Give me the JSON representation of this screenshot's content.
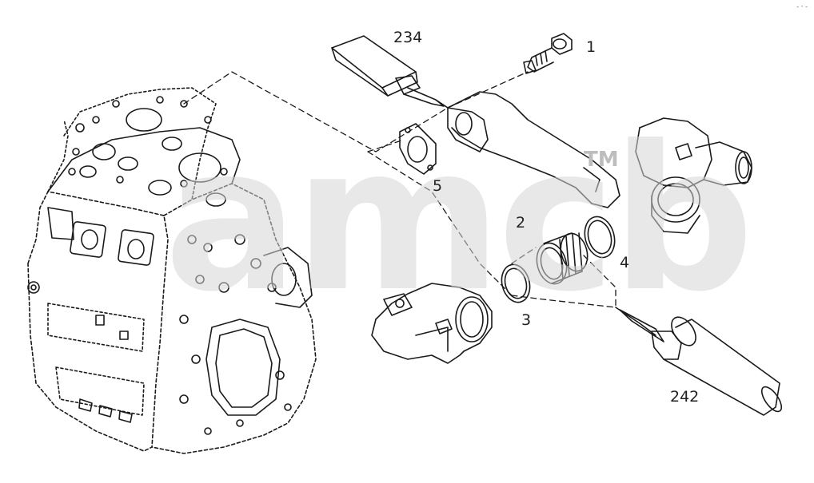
{
  "watermark": {
    "text": "amcb",
    "trademark": "TM"
  },
  "corner_mark": "-·-",
  "callouts": {
    "c234": "234",
    "c1": "1",
    "c5": "5",
    "c2": "2",
    "c4": "4",
    "c3": "3",
    "c242": "242"
  },
  "colors": {
    "line": "#1a1a1a",
    "watermark": "#d6d6d6"
  }
}
